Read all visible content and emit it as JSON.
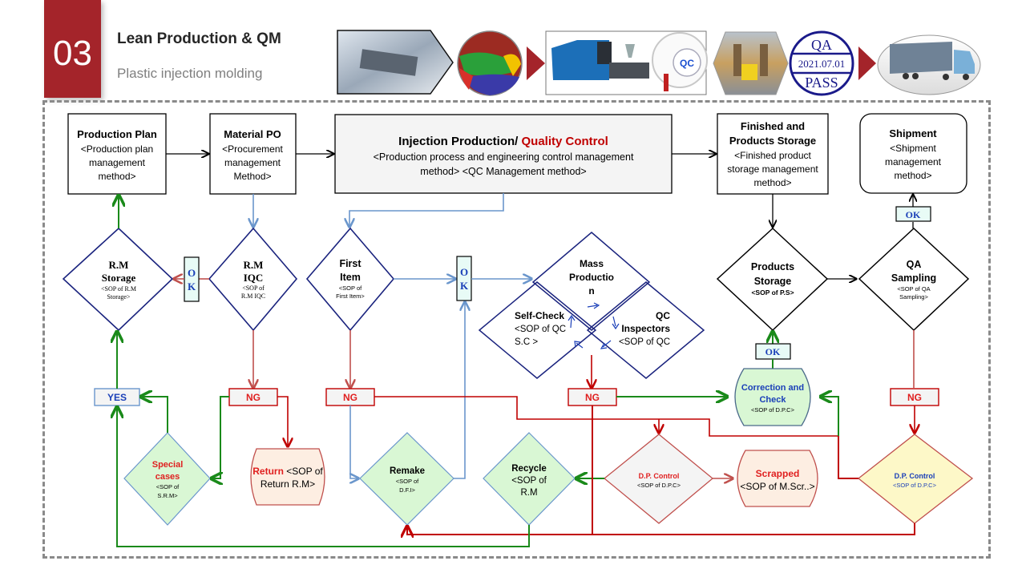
{
  "header": {
    "section_number": "03",
    "title": "Lean Production & QM",
    "subtitle": "Plastic injection molding"
  },
  "banner": {
    "images": [
      {
        "name": "planning-tablet-image",
        "icon": "tablet-hand-photo"
      },
      {
        "name": "plastic-pellets-image",
        "icon": "colored-pellets-photo"
      },
      {
        "name": "injection-machine-image",
        "icon": "injection-molding-machine-photo",
        "qc_label": "QC"
      },
      {
        "name": "warehouse-image",
        "icon": "warehouse-photo"
      },
      {
        "name": "qa-pass-stamp",
        "icon": "qa-stamp",
        "top": "QA",
        "date": "2021.07.01",
        "bottom": "PASS"
      },
      {
        "name": "truck-image",
        "icon": "truck-photo"
      }
    ]
  },
  "colors": {
    "accent_red": "#a4242a",
    "ng_red": "#c00000",
    "flow_green": "#1a8a1a",
    "flow_blue": "#6a96cc",
    "diamond_navy": "#1a237e",
    "ok_fill": "#e8fbf6",
    "green_fill": "#d9f7d4",
    "peach_fill": "#fdeee2",
    "yellow_fill": "#fdf8c8"
  },
  "process_boxes": {
    "production_plan": {
      "title": "Production Plan",
      "lines": [
        "<Production plan",
        "management",
        "method>"
      ]
    },
    "material_po": {
      "title": "Material PO",
      "lines": [
        "<Procurement",
        "management",
        "Method>"
      ]
    },
    "injection": {
      "title_a": "Injection Production/ ",
      "title_b": "Quality Control",
      "lines": [
        "<Production process and engineering control management",
        "method> <QC Management method>"
      ]
    },
    "finished_storage": {
      "title_lines": [
        "Finished and",
        "Products Storage"
      ],
      "lines": [
        "<Finished product",
        "storage management",
        "method>"
      ]
    },
    "shipment": {
      "title": "Shipment",
      "lines": [
        "<Shipment",
        "management",
        "method>"
      ]
    }
  },
  "decisions": {
    "rm_storage": {
      "title_lines": [
        "R.M",
        "Storage"
      ],
      "sop_lines": [
        "<SOP of R.M",
        "Storage>"
      ]
    },
    "rm_iqc": {
      "title_lines": [
        "R.M",
        "IQC"
      ],
      "sop_lines": [
        "<SOP of",
        "R.M  IQC"
      ]
    },
    "first_item": {
      "title_lines": [
        "First",
        "Item"
      ],
      "sop_lines": [
        "<SOP of",
        "First Item>"
      ]
    },
    "mass_production": {
      "title_lines": [
        "Mass",
        "Productio",
        "n"
      ]
    },
    "self_check": {
      "title": "Self-Check",
      "sop_lines": [
        "<SOP of QC",
        "S.C >"
      ]
    },
    "qc_inspectors": {
      "title_lines": [
        "QC",
        "Inspectors"
      ],
      "sop": "<SOP of QC"
    },
    "products_storage": {
      "title_lines": [
        "Products",
        "Storage"
      ],
      "sop": "<SOP of P.S>"
    },
    "qa_sampling": {
      "title_lines": [
        "QA",
        "Sampling"
      ],
      "sop_lines": [
        "<SOP of QA",
        "Sampling>"
      ]
    },
    "special_cases": {
      "title_lines": [
        "Special",
        "cases"
      ],
      "sop_lines": [
        "<SOP of",
        "S.R.M>"
      ]
    },
    "remake": {
      "title": "Remake",
      "sop_lines": [
        "<SOP of",
        "D.F.I>"
      ]
    },
    "recycle": {
      "title": "Recycle",
      "sop_lines": [
        "<SOP of",
        "R.M"
      ]
    },
    "dp_control_center": {
      "title": "D.P. Control",
      "sop": "<SOP of D.P.C>"
    },
    "dp_control_right": {
      "title": "D.P. Control",
      "sop": "<SOP of D.P.C>"
    }
  },
  "terminals": {
    "return": {
      "title": "Return",
      "rest": " <SOP of",
      "line2": "Return R.M>"
    },
    "scrapped": {
      "title": "Scrapped",
      "sop": "<SOP of M.Scr..>"
    },
    "correction": {
      "title_lines": [
        "Correction and",
        "Check"
      ],
      "sop": "<SOP of D.P.C>"
    }
  },
  "labels": {
    "ok_vertical": [
      "O",
      "K"
    ],
    "ok": "OK",
    "ng": "NG",
    "yes": "YES"
  }
}
